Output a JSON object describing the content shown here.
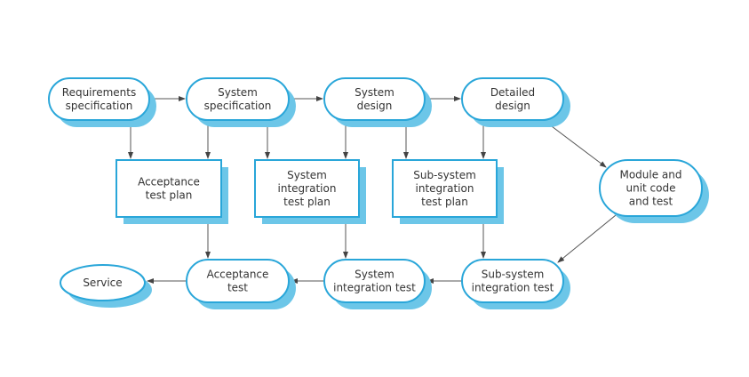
{
  "diagram": {
    "title": "V-model of testing phases",
    "colors": {
      "border": "#29a6d9",
      "shadow": "#6cc6e8",
      "fill": "#ffffff",
      "arrow": "#555555",
      "text": "#333333"
    },
    "nodes": [
      {
        "id": "req-spec",
        "shape": "pill",
        "lines": [
          "Requirements",
          "specification"
        ]
      },
      {
        "id": "sys-spec",
        "shape": "pill",
        "lines": [
          "System",
          "specification"
        ]
      },
      {
        "id": "sys-design",
        "shape": "pill",
        "lines": [
          "System",
          "design"
        ]
      },
      {
        "id": "detailed-design",
        "shape": "pill",
        "lines": [
          "Detailed",
          "design"
        ]
      },
      {
        "id": "acceptance-test-plan",
        "shape": "box",
        "lines": [
          "Acceptance",
          "test plan"
        ]
      },
      {
        "id": "sys-integration-test-plan",
        "shape": "box",
        "lines": [
          "System",
          "integration",
          "test plan"
        ]
      },
      {
        "id": "subsys-integration-test-plan",
        "shape": "box",
        "lines": [
          "Sub-system",
          "integration",
          "test plan"
        ]
      },
      {
        "id": "module-unit-code-test",
        "shape": "pill",
        "lines": [
          "Module and",
          "unit code",
          "and test"
        ]
      },
      {
        "id": "service",
        "shape": "ellipse",
        "lines": [
          "Service"
        ]
      },
      {
        "id": "acceptance-test",
        "shape": "pill",
        "lines": [
          "Acceptance",
          "test"
        ]
      },
      {
        "id": "sys-integration-test",
        "shape": "pill",
        "lines": [
          "System",
          "integration test"
        ]
      },
      {
        "id": "subsys-integration-test",
        "shape": "pill",
        "lines": [
          "Sub-system",
          "integration test"
        ]
      }
    ],
    "edges": [
      {
        "from": "req-spec",
        "to": "sys-spec"
      },
      {
        "from": "sys-spec",
        "to": "sys-design"
      },
      {
        "from": "sys-design",
        "to": "detailed-design"
      },
      {
        "from": "req-spec",
        "to": "acceptance-test-plan"
      },
      {
        "from": "sys-spec",
        "to": "acceptance-test-plan"
      },
      {
        "from": "sys-spec",
        "to": "sys-integration-test-plan"
      },
      {
        "from": "sys-design",
        "to": "sys-integration-test-plan"
      },
      {
        "from": "sys-design",
        "to": "subsys-integration-test-plan"
      },
      {
        "from": "detailed-design",
        "to": "subsys-integration-test-plan"
      },
      {
        "from": "detailed-design",
        "to": "module-unit-code-test"
      },
      {
        "from": "module-unit-code-test",
        "to": "subsys-integration-test"
      },
      {
        "from": "acceptance-test-plan",
        "to": "acceptance-test"
      },
      {
        "from": "sys-integration-test-plan",
        "to": "sys-integration-test"
      },
      {
        "from": "subsys-integration-test-plan",
        "to": "subsys-integration-test"
      },
      {
        "from": "subsys-integration-test",
        "to": "sys-integration-test"
      },
      {
        "from": "sys-integration-test",
        "to": "acceptance-test"
      },
      {
        "from": "acceptance-test",
        "to": "service"
      }
    ]
  }
}
